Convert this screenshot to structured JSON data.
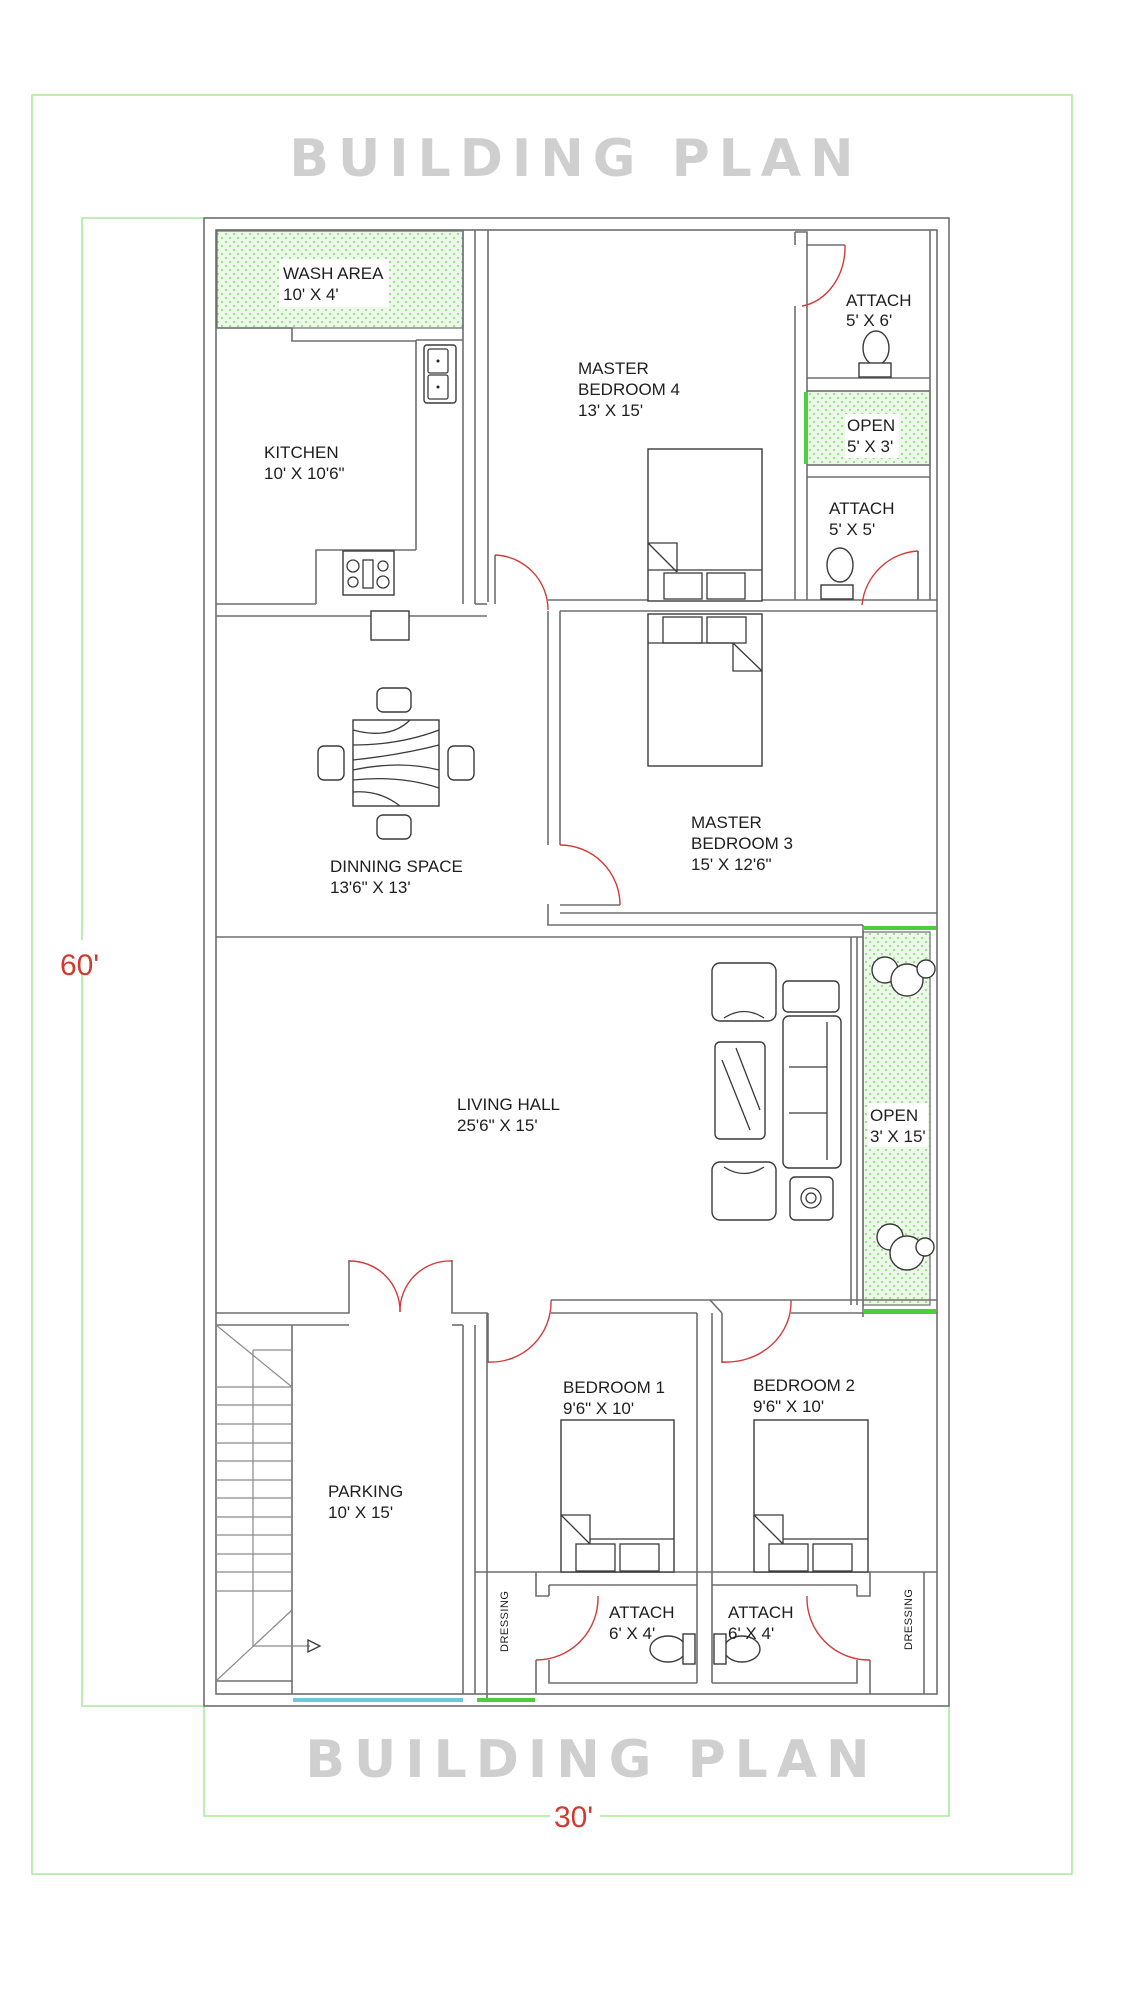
{
  "title_top": "BUILDING PLAN",
  "title_bottom": "BUILDING PLAN",
  "dimensions": {
    "depth": "60'",
    "width": "30'"
  },
  "colors": {
    "dimension_lines": "#a8ec9c",
    "dimension_text": "#d23a2e",
    "door_swing": "#d23a3a",
    "open_area_hatch": "#7ed86e",
    "window_green": "#4ccf3c",
    "window_blue": "#6cc9d8",
    "walls": "#6e6e6e",
    "title": "#cfcfcf"
  },
  "rooms": {
    "wash_area": {
      "name": "WASH AREA",
      "size": "10' X 4'"
    },
    "kitchen": {
      "name": "KITCHEN",
      "size": "10' X 10'6\""
    },
    "master_bedroom_4": {
      "name_line1": "MASTER",
      "name_line2": "BEDROOM 4",
      "size": "13' X 15'"
    },
    "attach_top": {
      "name": "ATTACH",
      "size": "5' X 6'"
    },
    "open_small": {
      "name": "OPEN",
      "size": "5' X 3'"
    },
    "attach_mid": {
      "name": "ATTACH",
      "size": "5' X 5'"
    },
    "dining": {
      "name": "DINNING SPACE",
      "size": "13'6\" X 13'"
    },
    "master_bedroom_3": {
      "name_line1": "MASTER",
      "name_line2": "BEDROOM 3",
      "size": "15' X 12'6\""
    },
    "living_hall": {
      "name": "LIVING HALL",
      "size": "25'6\" X 15'"
    },
    "open_side": {
      "name": "OPEN",
      "size": "3' X 15'"
    },
    "parking": {
      "name": "PARKING",
      "size": "10' X 15'"
    },
    "bedroom_1": {
      "name": "BEDROOM 1",
      "size": "9'6\" X 10'"
    },
    "bedroom_2": {
      "name": "BEDROOM 2",
      "size": "9'6\" X 10'"
    },
    "attach_b1": {
      "name": "ATTACH",
      "size": "6' X 4'"
    },
    "attach_b2": {
      "name": "ATTACH",
      "size": "6' X 4'"
    },
    "dressing_left": {
      "name": "DRESSING"
    },
    "dressing_right": {
      "name": "DRESSING"
    }
  }
}
